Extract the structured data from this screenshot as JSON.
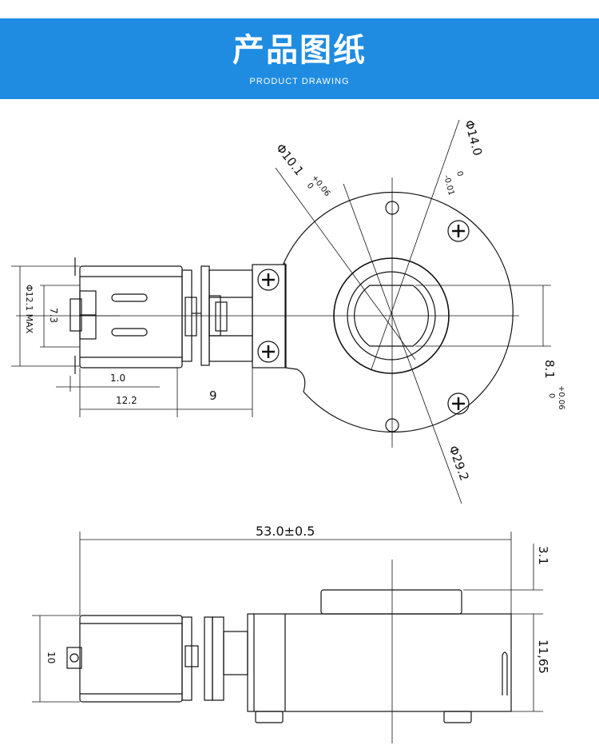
{
  "header": {
    "title": "产品图纸",
    "subtitle": "PRODUCT DRAWING",
    "background_color": "#1f8ce2",
    "text_color": "#ffffff"
  },
  "top_view": {
    "dims": {
      "d_hole_main": "Φ10.1",
      "d_hole_main_tol_upper": "+0.06",
      "d_hole_main_tol_lower": "0",
      "d_flange_inner": "Φ14.0",
      "d_flange_inner_tol_upper": "0",
      "d_flange_inner_tol_lower": "-0.01",
      "d_shaft_height": "Φ12.1  MAX",
      "d_spacing": "7.3",
      "d_pin_offset": "1.0",
      "d_motor_length": "12.2",
      "d_gearbox_length": "9",
      "d_flat": "8.1",
      "d_flat_tol_upper": "+0.06",
      "d_flat_tol_lower": "0",
      "d_outer": "Φ29.2"
    }
  },
  "side_view": {
    "dims": {
      "total_length": "53.0±0.5",
      "motor_height": "10",
      "boss_height": "3.1",
      "body_height": "11,65"
    }
  }
}
